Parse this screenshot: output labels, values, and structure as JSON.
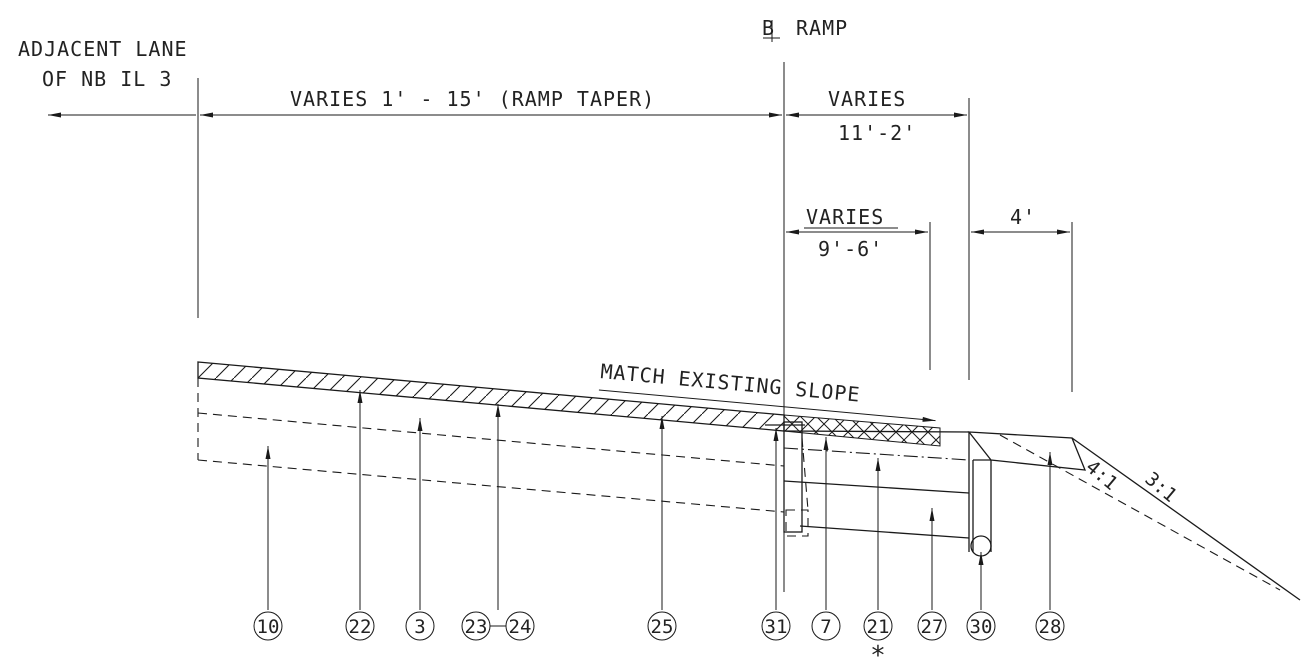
{
  "labels": {
    "adjacent_lane_line1": "ADJACENT LANE",
    "adjacent_lane_line2": "OF NB IL 3",
    "cl_ramp": "RAMP",
    "ramp_taper_dim": "VARIES 1' - 15' (RAMP TAPER)",
    "varies_top": "VARIES",
    "varies_top_range": "11'-2'",
    "varies_mid": "VARIES",
    "varies_mid_range": "9'-6'",
    "four_ft": "4'",
    "match_slope": "MATCH EXISTING SLOPE",
    "slope_4_1": "4:1",
    "slope_3_1": "3:1",
    "asterisk": "*"
  },
  "callouts": [
    "10",
    "22",
    "3",
    "23",
    "24",
    "25",
    "31",
    "7",
    "21",
    "27",
    "30",
    "28"
  ],
  "icons": {
    "centerline_symbol": "centerline-icon"
  }
}
